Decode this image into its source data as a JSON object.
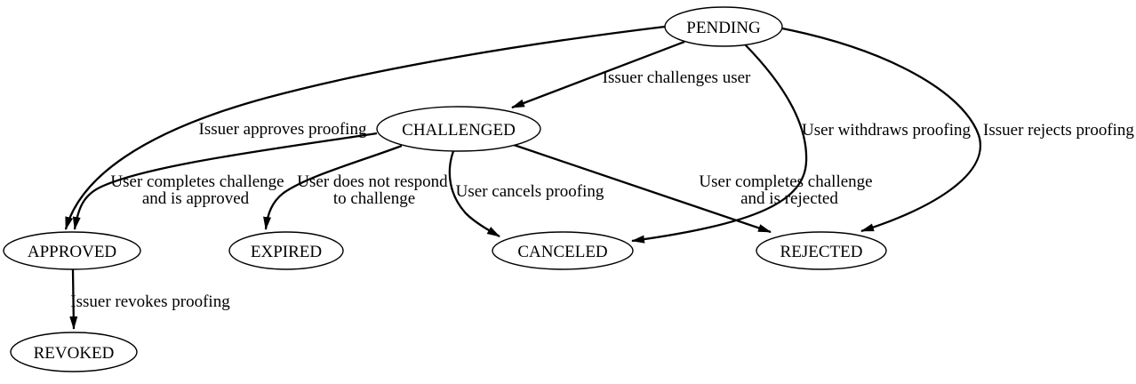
{
  "diagram": {
    "type": "state-transition-graph",
    "colors": {
      "background": "#ffffff",
      "node_fill": "#ffffff",
      "stroke": "#000000",
      "text": "#000000"
    },
    "nodes": [
      {
        "id": "pending",
        "label": "PENDING"
      },
      {
        "id": "challenged",
        "label": "CHALLENGED"
      },
      {
        "id": "approved",
        "label": "APPROVED"
      },
      {
        "id": "expired",
        "label": "EXPIRED"
      },
      {
        "id": "canceled",
        "label": "CANCELED"
      },
      {
        "id": "rejected",
        "label": "REJECTED"
      },
      {
        "id": "revoked",
        "label": "REVOKED"
      }
    ],
    "edges": [
      {
        "from": "PENDING",
        "to": "CHALLENGED",
        "label": "Issuer challenges user",
        "lines": [
          "Issuer challenges user"
        ]
      },
      {
        "from": "PENDING",
        "to": "APPROVED",
        "label": "Issuer approves proofing",
        "lines": [
          "Issuer approves proofing"
        ]
      },
      {
        "from": "PENDING",
        "to": "CANCELED",
        "label": "User withdraws proofing",
        "lines": [
          "User withdraws proofing"
        ]
      },
      {
        "from": "PENDING",
        "to": "REJECTED",
        "label": "Issuer rejects proofing",
        "lines": [
          "Issuer rejects proofing"
        ]
      },
      {
        "from": "CHALLENGED",
        "to": "APPROVED",
        "label": "User completes challenge and is approved",
        "lines": [
          "User completes challenge",
          "and is approved"
        ]
      },
      {
        "from": "CHALLENGED",
        "to": "EXPIRED",
        "label": "User does not respond to challenge",
        "lines": [
          "User does not respond",
          "to challenge"
        ]
      },
      {
        "from": "CHALLENGED",
        "to": "CANCELED",
        "label": "User cancels proofing",
        "lines": [
          "User cancels proofing"
        ]
      },
      {
        "from": "CHALLENGED",
        "to": "REJECTED",
        "label": "User completes challenge and is rejected",
        "lines": [
          "User completes challenge",
          "and is rejected"
        ]
      },
      {
        "from": "APPROVED",
        "to": "REVOKED",
        "label": "Issuer revokes proofing",
        "lines": [
          "Issuer revokes proofing"
        ]
      }
    ]
  }
}
